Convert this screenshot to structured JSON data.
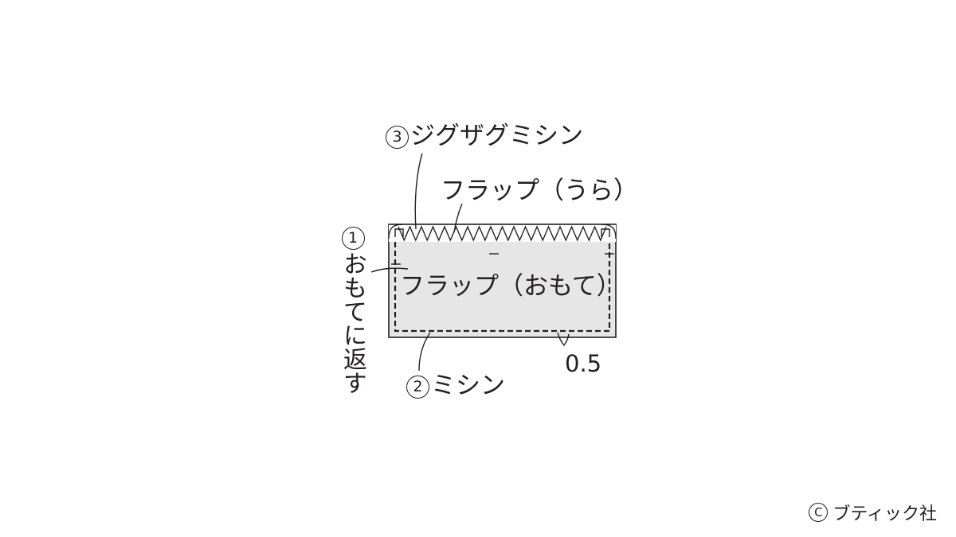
{
  "labels": {
    "step3_num": "3",
    "step3_text": "ジグザグミシン",
    "flap_back": "フラップ（うら）",
    "flap_front": "フラップ（おもて）",
    "step1_num": "1",
    "step1_text": "おもてに返す",
    "step2_num": "2",
    "step2_text": "ミシン",
    "dimension": "0.5"
  },
  "credit": {
    "mark": "C",
    "text": "ブティック社"
  },
  "colors": {
    "line": "#231f20",
    "flap_fill": "#e6e6e7",
    "background": "#ffffff"
  }
}
